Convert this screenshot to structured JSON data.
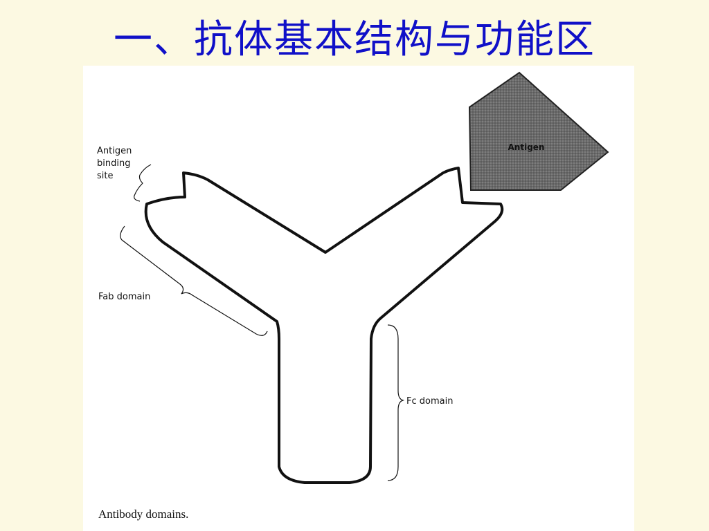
{
  "slide": {
    "title": "一、抗体基本结构与功能区"
  },
  "figure": {
    "labels": {
      "antigen_binding_site": [
        "Antigen",
        "binding",
        "site"
      ],
      "fab_domain": "Fab domain",
      "fc_domain": "Fc domain",
      "antigen": "Antigen"
    },
    "caption": "Antibody domains.",
    "colors": {
      "title": "#1010C8",
      "background": "#FCF9E2",
      "antigen_fill": "#555555"
    }
  }
}
